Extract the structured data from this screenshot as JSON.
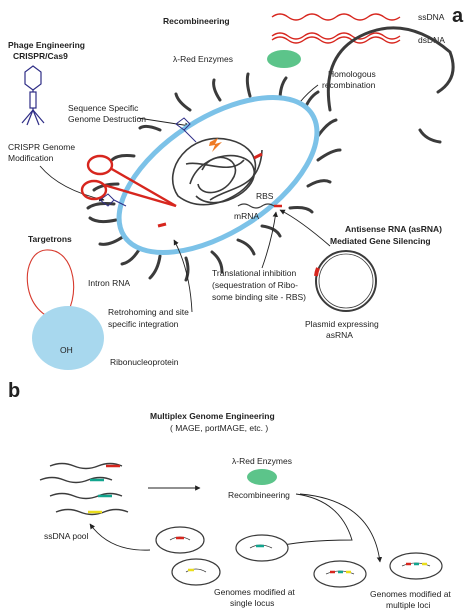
{
  "colors": {
    "cell_membrane": "#7cc2e8",
    "dna_red": "#d7261e",
    "rna_red": "#d73a2e",
    "enzyme_green": "#5cc48a",
    "ribonucleoprotein_blue": "#a8d8ee",
    "phage_blue": "#2e2d86",
    "outline": "#3b3b3b",
    "marker_teal": "#12a58e",
    "marker_yellow": "#eadd1a",
    "marker_orange": "#ef7a24"
  },
  "panel_a": {
    "letter": "a",
    "recombineering": {
      "title": "Recombineering",
      "ssdna": "ssDNA",
      "dsdna": "dsDNA",
      "enzymes": "λ-Red Enzymes",
      "homologous": [
        "Homologous",
        "recombination"
      ]
    },
    "phage": {
      "title": [
        "Phage Engineering",
        "CRISPR/Cas9"
      ],
      "sequence_specific": [
        "Sequence Specific",
        "Genome Destruction"
      ],
      "crispr_mod": [
        "CRISPR Genome",
        "Modification"
      ]
    },
    "cell": {
      "rbs": "RBS",
      "mrna": "mRNA"
    },
    "antisense": {
      "title": [
        "Antisense RNA (asRNA)",
        "Mediated Gene Silencing"
      ],
      "plasmid": [
        "Plasmid expressing",
        "asRNA"
      ],
      "translational": [
        "Translational inhibition",
        "(sequestration of Ribo-",
        "some binding site - RBS)"
      ]
    },
    "targetrons": {
      "title": "Targetrons",
      "intron": "Intron RNA",
      "oh": "OH",
      "rnp": "Ribonucleoprotein",
      "retrohoming": [
        "Retrohoming and site",
        "specific integration"
      ]
    }
  },
  "panel_b": {
    "letter": "b",
    "title": "Multiplex Genome Engineering",
    "subtitle": "( MAGE, portMAGE, etc. )",
    "enzymes": "λ-Red Enzymes",
    "recombineering": "Recombineering",
    "pool": "ssDNA pool",
    "single": [
      "Genomes modified at",
      "single locus"
    ],
    "multi": [
      "Genomes modified at",
      "multiple loci"
    ]
  }
}
